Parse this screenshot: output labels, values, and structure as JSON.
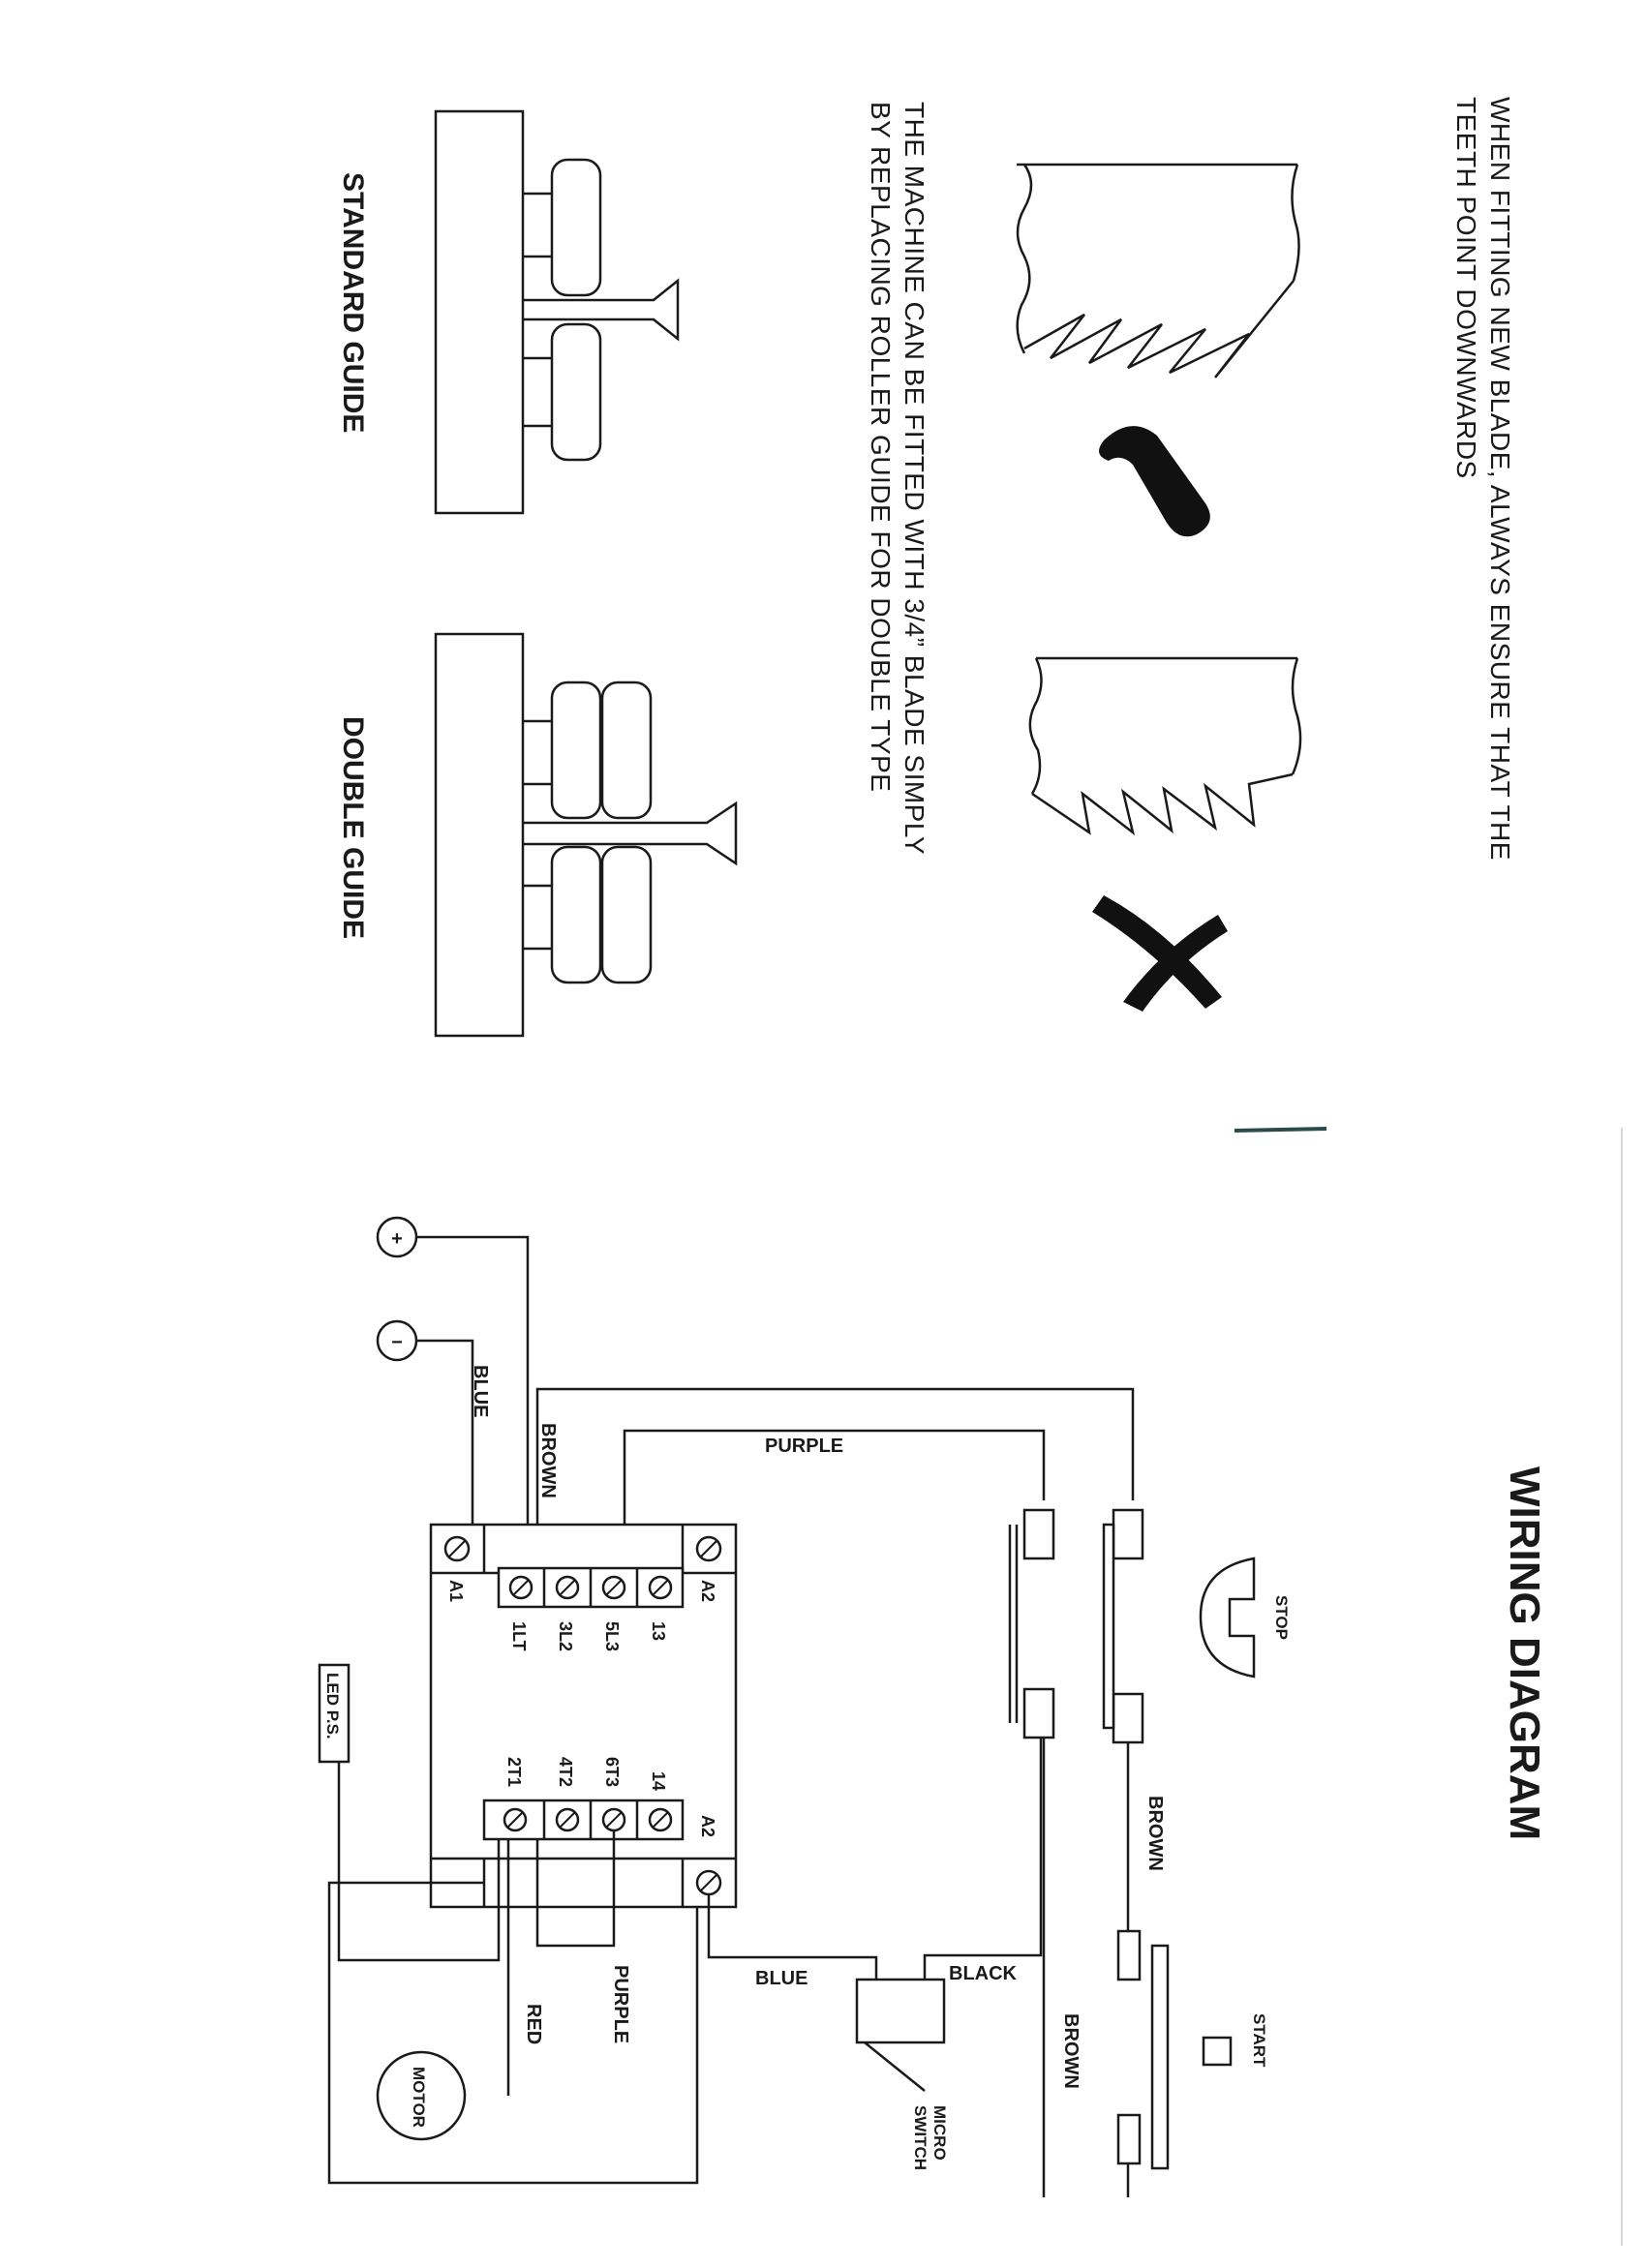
{
  "blade_note": {
    "line1": "WHEN FITTING NEW BLADE, ALWAYS ENSURE THAT THE",
    "line2": "TEETH POINT DOWNWARDS"
  },
  "roller_note": {
    "line1": "THE MACHINE CAN BE FITTED WITH 3/4” BLADE SIMPLY",
    "line2": "BY REPLACING ROLLER GUIDE FOR DOUBLE TYPE"
  },
  "guides": {
    "standard_label": "STANDARD GUIDE",
    "double_label": "DOUBLE GUIDE"
  },
  "wiring": {
    "title": "WIRING DIAGRAM",
    "plus_symbol": "+",
    "minus_symbol": "−",
    "labels": {
      "blue_top": "BLUE",
      "brown_top": "BROWN",
      "purple_top": "PURPLE",
      "stop": "STOP",
      "brown_right": "BROWN",
      "start": "START",
      "brown_bottom": "BROWN",
      "black": "BLACK",
      "blue_bottom": "BLUE",
      "purple_bottom": "PURPLE",
      "red": "RED",
      "micro_switch_1": "MICRO",
      "micro_switch_2": "SWITCH",
      "motor": "MOTOR",
      "led_ps": "LED P.S."
    },
    "terminals": {
      "a1": "A1",
      "a2_left": "A2",
      "a2_right": "A2",
      "t_1lt": "1LT",
      "t_3l2": "3L2",
      "t_5l3": "5L3",
      "t_13": "13",
      "t_2t1": "2T1",
      "t_4t2": "4T2",
      "t_6t3": "6T3",
      "t_14": "14"
    }
  }
}
